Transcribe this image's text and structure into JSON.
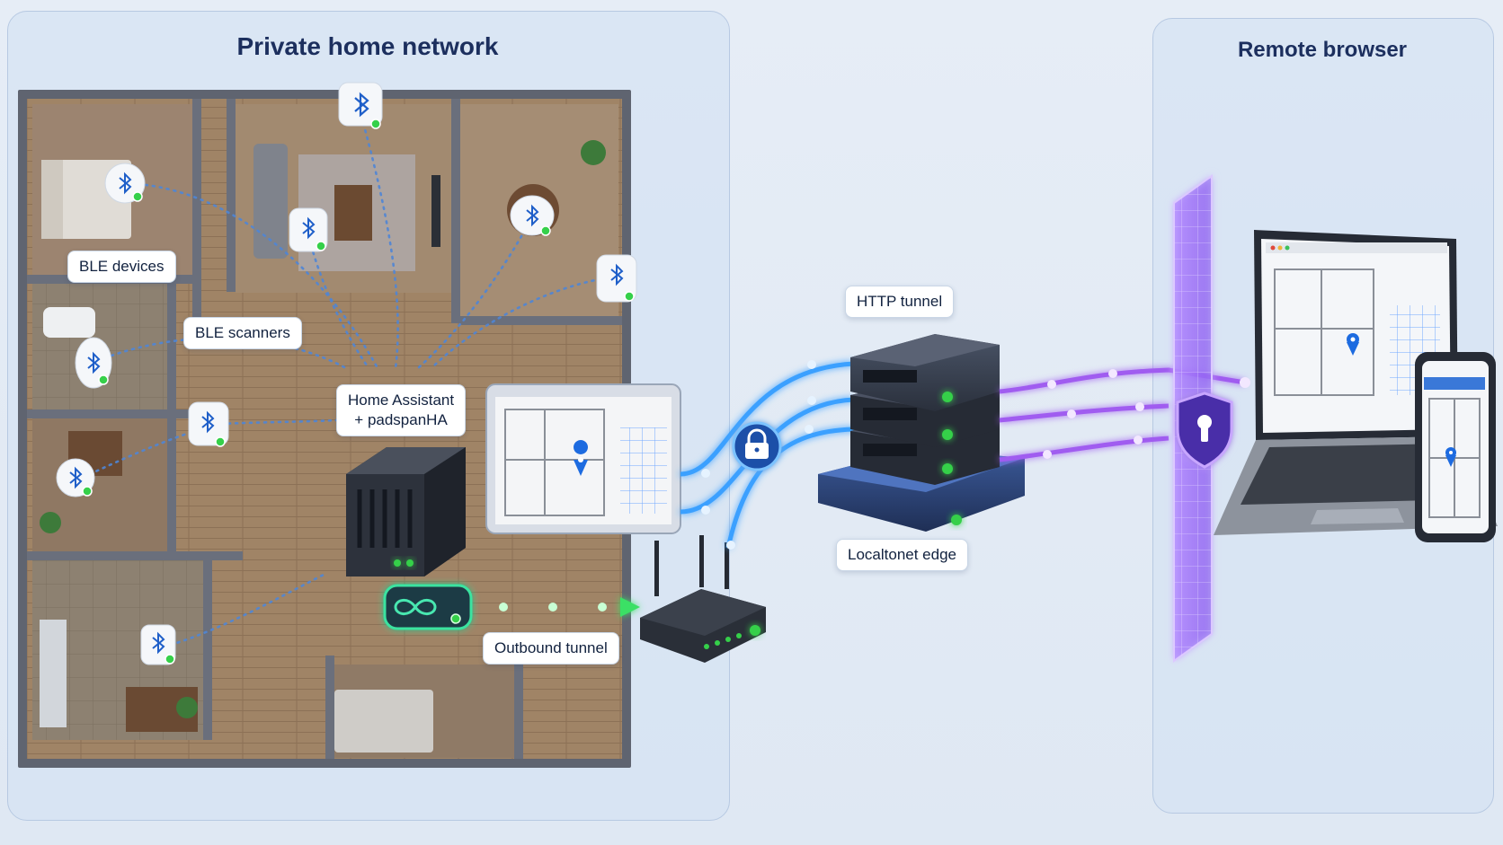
{
  "panels": {
    "home_title": "Private home network",
    "remote_title": "Remote browser"
  },
  "labels": {
    "ble_devices": "BLE devices",
    "ble_scanners": "BLE scanners",
    "home_assistant_line1": "Home Assistant",
    "home_assistant_line2": "+ padspanHA",
    "outbound_tunnel": "Outbound tunnel",
    "http_tunnel": "HTTP tunnel",
    "localtonet_edge": "Localtonet edge"
  },
  "colors": {
    "ble_link": "#4f86d6",
    "http_link": "#3aa0ff",
    "remote_link": "#a05cf0",
    "outbound_link": "#2fd35a",
    "status_led": "#35d04a",
    "panel_title": "#1c2f5e"
  },
  "icons": {
    "ble": "bluetooth-icon",
    "lock": "padlock-icon",
    "shield": "shield-keyhole-icon",
    "tunnel": "infinity-link-icon",
    "pin": "map-pin-icon"
  }
}
